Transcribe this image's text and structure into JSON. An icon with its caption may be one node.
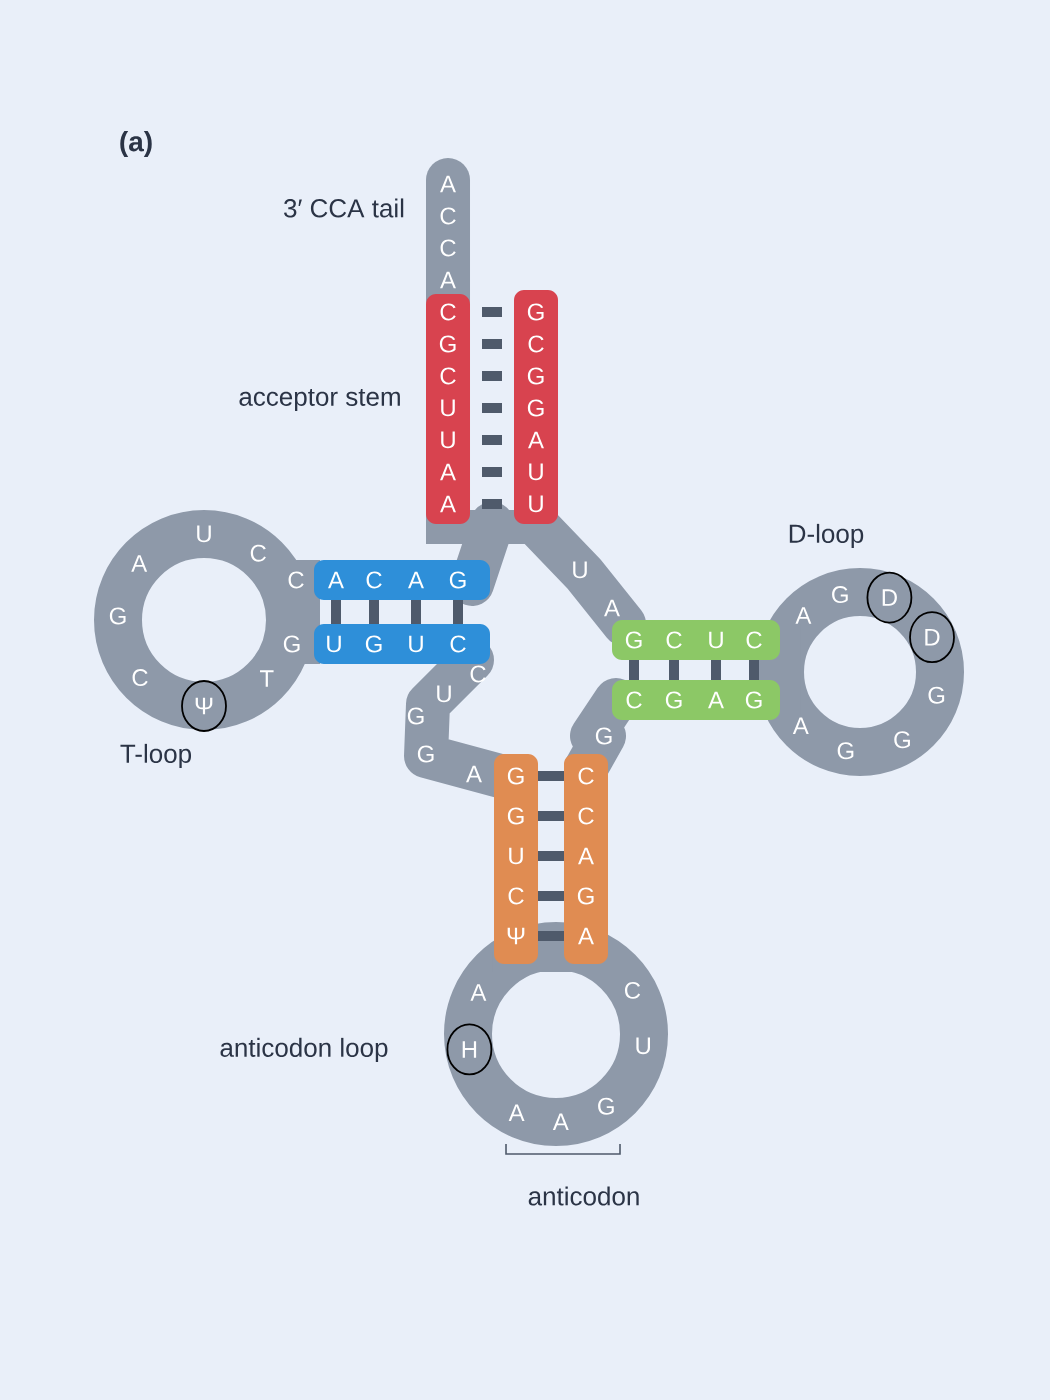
{
  "diagram": {
    "labels": [
      "(a)",
      "3′ CCA tail",
      "acceptor stem",
      "D-loop",
      "T-loop",
      "anticodon loop",
      "anticodon",
      "A",
      "C",
      "C",
      "A",
      "C",
      "G",
      "C",
      "U",
      "U",
      "A",
      "A",
      "G",
      "C",
      "G",
      "G",
      "A",
      "U",
      "U",
      "U",
      "A",
      "G",
      "C",
      "U",
      "C",
      "A",
      "G",
      "D",
      "D",
      "G",
      "G",
      "G",
      "A",
      "C",
      "G",
      "A",
      "G",
      "G",
      "C",
      "A",
      "C",
      "A",
      "G",
      "U",
      "C",
      "A",
      "G",
      "C",
      "Ψ",
      "T",
      "G",
      "U",
      "G",
      "U",
      "C",
      "C",
      "U",
      "G",
      "G",
      "A",
      "G",
      "G",
      "U",
      "C",
      "Ψ",
      "C",
      "C",
      "A",
      "G",
      "A",
      "A",
      "H",
      "A",
      "A",
      "G",
      "U",
      "C"
    ]
  }
}
